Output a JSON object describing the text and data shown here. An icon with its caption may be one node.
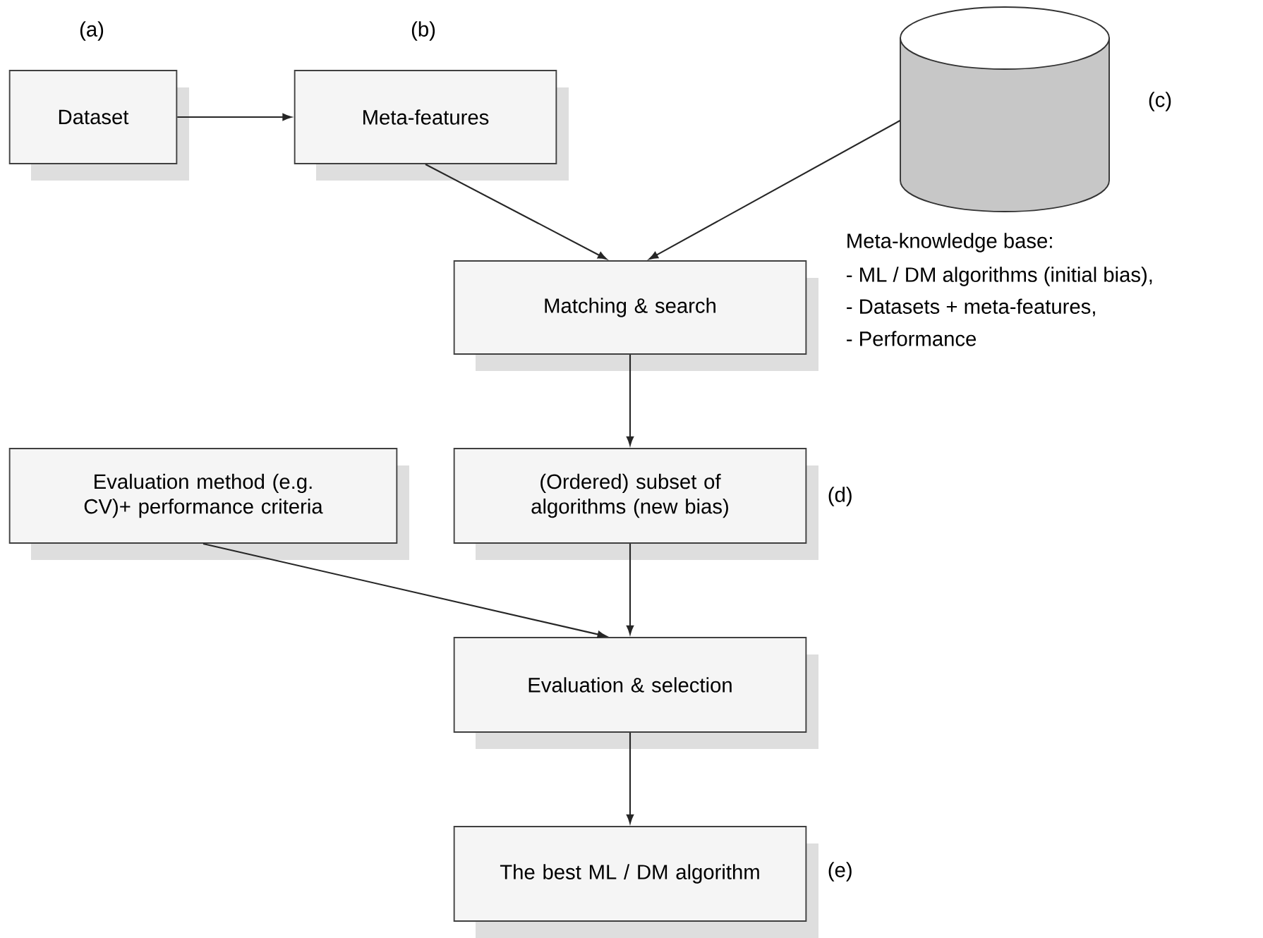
{
  "diagram": {
    "nodes": [
      {
        "text": [
          "Dataset"
        ],
        "beside": [
          "(a)"
        ]
      },
      {
        "text": [
          "Meta-features"
        ],
        "beside": [
          "(b)"
        ]
      },
      {
        "text": [],
        "shape": "cylinder",
        "beside": [
          "(c)",
          "Meta-knowledge base:",
          "- ML / DM algorithms (initial bias),",
          "- Datasets + meta-features,",
          "- Performance"
        ]
      },
      {
        "text": [
          "Matching & search"
        ]
      },
      {
        "text": [
          "Evaluation method (e.g. CV)+ performance criteria"
        ]
      },
      {
        "text": [
          "(Ordered) subset of algorithms (new bias)"
        ],
        "beside": [
          "(d)"
        ]
      },
      {
        "text": [
          "Evaluation & selection"
        ]
      },
      {
        "text": [
          "The best ML / DM algorithm"
        ],
        "beside": [
          "(e)"
        ]
      }
    ],
    "edges": [
      {
        "from": 0,
        "to": 1,
        "arrow": "to"
      },
      {
        "from": 1,
        "to": 3,
        "arrow": "to"
      },
      {
        "from": 2,
        "to": 3,
        "arrow": "to"
      },
      {
        "from": 3,
        "to": 5,
        "arrow": "to"
      },
      {
        "from": 4,
        "to": 6,
        "arrow": "to"
      },
      {
        "from": 5,
        "to": 6,
        "arrow": "to"
      },
      {
        "from": 6,
        "to": 7,
        "arrow": "to"
      }
    ]
  }
}
